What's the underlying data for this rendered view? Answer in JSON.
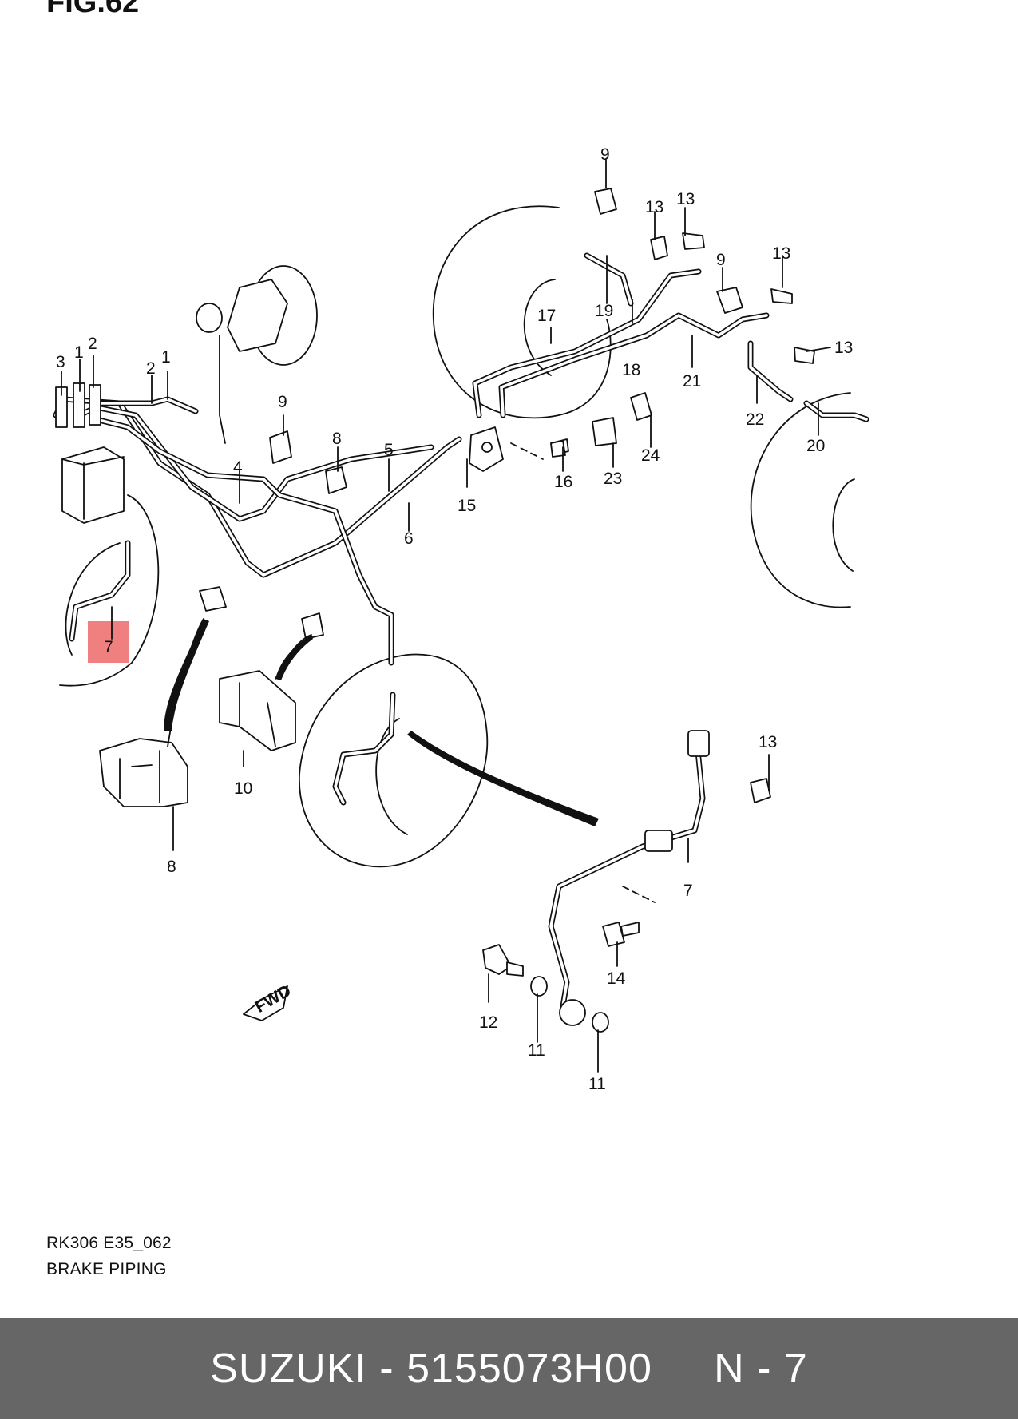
{
  "header": {
    "figure_label": "FIG.62"
  },
  "diagram": {
    "highlight_color": "#f08080",
    "highlighted_callout": "7",
    "callouts": {
      "c_9a": "9",
      "c_13a": "13",
      "c_13b": "13",
      "c_9b": "9",
      "c_13c": "13",
      "c_19": "19",
      "c_17": "17",
      "c_21": "21",
      "c_18": "18",
      "c_13d": "13",
      "c_22": "22",
      "c_20": "20",
      "c_3": "3",
      "c_1a": "1",
      "c_2a": "2",
      "c_2b": "2",
      "c_1b": "1",
      "c_9c": "9",
      "c_8a": "8",
      "c_5": "5",
      "c_4": "4",
      "c_6": "6",
      "c_15": "15",
      "c_16": "16",
      "c_23": "23",
      "c_24": "24",
      "c_7a": "7",
      "c_10": "10",
      "c_8b": "8",
      "c_13e": "13",
      "c_7b": "7",
      "c_14": "14",
      "c_12": "12",
      "c_11a": "11",
      "c_11b": "11"
    },
    "fwd_label": "FWD"
  },
  "caption": {
    "code": "RK306 E35_062",
    "title": "BRAKE PIPING"
  },
  "footer": {
    "text": "SUZUKI - 5155073H00     N - 7",
    "background": "#666666"
  }
}
